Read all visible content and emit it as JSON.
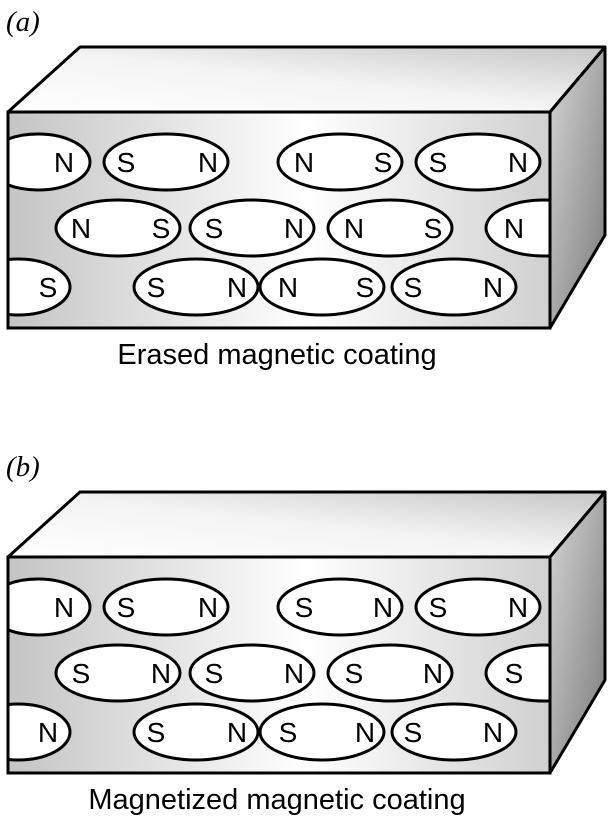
{
  "panels": [
    {
      "label": "(a)",
      "caption": "Erased magnetic coating",
      "rows": [
        [
          "N",
          "S",
          "N",
          "N",
          "S",
          "S",
          "N"
        ],
        [
          "N",
          "S",
          "S",
          "N",
          "N",
          "S",
          "N"
        ],
        [
          "S",
          "S",
          "N",
          "N",
          "S",
          "S",
          "N"
        ]
      ]
    },
    {
      "label": "(b)",
      "caption": "Magnetized magnetic coating",
      "rows": [
        [
          "N",
          "S",
          "N",
          "S",
          "N",
          "S",
          "N"
        ],
        [
          "S",
          "N",
          "S",
          "N",
          "S",
          "N",
          "S"
        ],
        [
          "N",
          "S",
          "N",
          "S",
          "N",
          "S",
          "N"
        ]
      ]
    }
  ],
  "colors": {
    "front_face_dark": "#c4c4c4",
    "front_face_light": "#ffffff",
    "top_face_light": "#ffffff",
    "top_face_dark": "#c6c6c6",
    "side_face_light": "#d6d6d6",
    "side_face_dark": "#7a7a7a",
    "outline": "#000000"
  }
}
